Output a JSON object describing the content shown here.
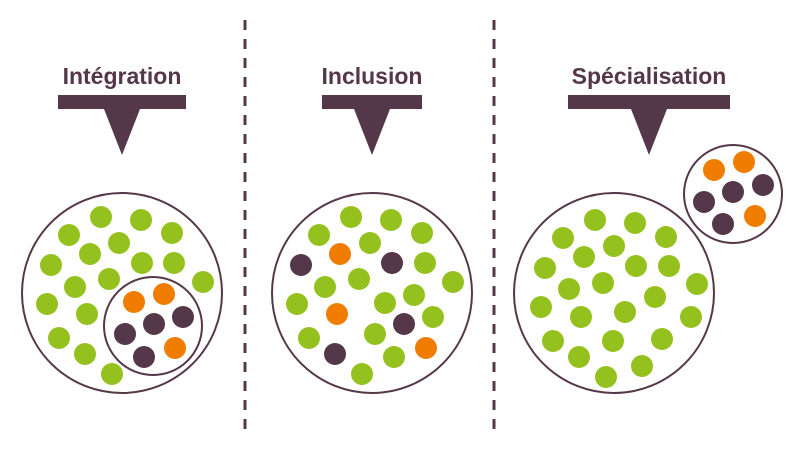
{
  "colors": {
    "green": "#95c11f",
    "orange": "#f07d00",
    "dark": "#55374a",
    "line": "#55374a"
  },
  "panels": [
    {
      "title": "Intégration",
      "groups": [
        {
          "dots": {
            "green": [
              [
                101,
                217
              ],
              [
                141,
                220
              ],
              [
                69,
                235
              ],
              [
                172,
                233
              ],
              [
                119,
                243
              ],
              [
                90,
                254
              ],
              [
                142,
                263
              ],
              [
                174,
                263
              ],
              [
                51,
                265
              ],
              [
                75,
                287
              ],
              [
                109,
                279
              ],
              [
                203,
                282
              ],
              [
                47,
                304
              ],
              [
                87,
                314
              ],
              [
                59,
                338
              ],
              [
                85,
                354
              ],
              [
                112,
                374
              ]
            ]
          }
        },
        {
          "dots": {
            "orange": [
              [
                134,
                302
              ],
              [
                164,
                294
              ],
              [
                175,
                348
              ]
            ],
            "dark": [
              [
                154,
                324
              ],
              [
                183,
                317
              ],
              [
                125,
                334
              ],
              [
                144,
                357
              ]
            ]
          }
        }
      ]
    },
    {
      "title": "Inclusion",
      "groups": [
        {
          "dots": {
            "green": [
              [
                351,
                217
              ],
              [
                391,
                220
              ],
              [
                319,
                235
              ],
              [
                422,
                233
              ],
              [
                370,
                243
              ],
              [
                425,
                263
              ],
              [
                453,
                282
              ],
              [
                325,
                287
              ],
              [
                359,
                279
              ],
              [
                297,
                304
              ],
              [
                414,
                295
              ],
              [
                385,
                303
              ],
              [
                433,
                317
              ],
              [
                309,
                338
              ],
              [
                375,
                334
              ],
              [
                394,
                357
              ],
              [
                362,
                374
              ]
            ],
            "orange": [
              [
                340,
                254
              ],
              [
                337,
                314
              ],
              [
                426,
                348
              ]
            ],
            "dark": [
              [
                301,
                265
              ],
              [
                392,
                263
              ],
              [
                404,
                324
              ],
              [
                335,
                354
              ]
            ]
          }
        }
      ]
    },
    {
      "title": "Spécialisation",
      "groups": [
        {
          "dots": {
            "green": [
              [
                595,
                220
              ],
              [
                635,
                223
              ],
              [
                563,
                238
              ],
              [
                666,
                237
              ],
              [
                614,
                246
              ],
              [
                584,
                257
              ],
              [
                636,
                266
              ],
              [
                669,
                266
              ],
              [
                545,
                268
              ],
              [
                569,
                289
              ],
              [
                603,
                283
              ],
              [
                697,
                284
              ],
              [
                541,
                307
              ],
              [
                581,
                317
              ],
              [
                625,
                312
              ],
              [
                655,
                297
              ],
              [
                691,
                317
              ],
              [
                553,
                341
              ],
              [
                613,
                341
              ],
              [
                662,
                339
              ],
              [
                579,
                357
              ],
              [
                606,
                377
              ],
              [
                642,
                366
              ]
            ]
          }
        },
        {
          "dots": {
            "orange": [
              [
                714,
                170
              ],
              [
                744,
                162
              ],
              [
                755,
                216
              ]
            ],
            "dark": [
              [
                733,
                192
              ],
              [
                763,
                185
              ],
              [
                704,
                202
              ],
              [
                723,
                224
              ]
            ]
          }
        }
      ]
    }
  ]
}
